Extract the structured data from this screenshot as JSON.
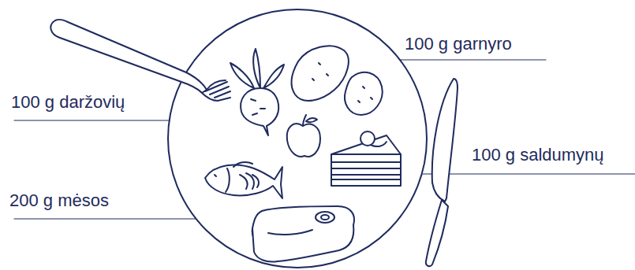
{
  "diagram": {
    "labels": [
      "100 g garnyro",
      "100 g daržovių",
      "100 g saldumynų",
      "200 g mėsos"
    ]
  }
}
